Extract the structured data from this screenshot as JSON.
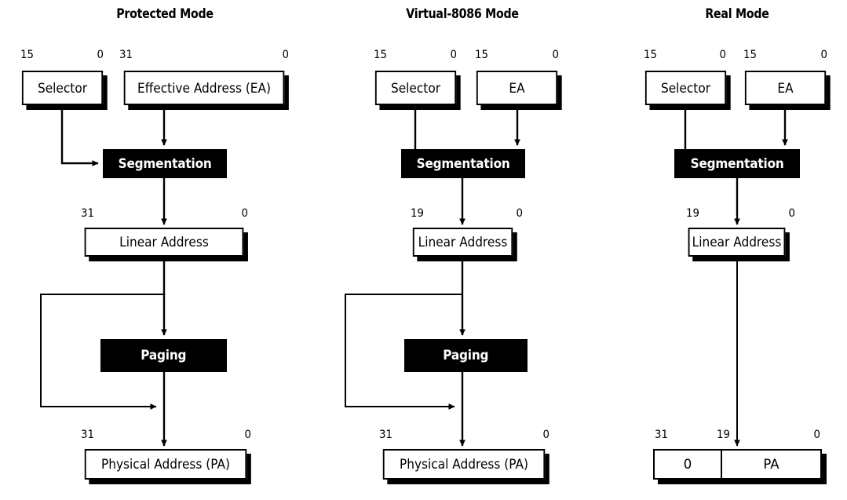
{
  "diagram": {
    "title_row": [
      {
        "id": "protected-mode",
        "label": "Protected Mode"
      },
      {
        "id": "virtual-8086-mode",
        "label": "Virtual-8086 Mode"
      },
      {
        "id": "real-mode",
        "label": "Real Mode"
      }
    ],
    "bit_labels": {
      "b31": "31",
      "b19": "19",
      "b15": "15",
      "b0": "0"
    },
    "columns": [
      {
        "id": "protected-mode",
        "title": "Protected Mode",
        "selector": {
          "label": "Selector",
          "msb": "15",
          "lsb": "0"
        },
        "offset": {
          "label": "Effective Address (EA)",
          "msb": "31",
          "lsb": "0"
        },
        "segmentation": {
          "label": "Segmentation"
        },
        "linear": {
          "label": "Linear Address",
          "msb": "31",
          "lsb": "0"
        },
        "paging": {
          "label": "Paging"
        },
        "physical": {
          "label": "Physical Address (PA)",
          "msb": "31",
          "lsb": "0"
        },
        "has_paging_bypass": true
      },
      {
        "id": "virtual-8086-mode",
        "title": "Virtual-8086 Mode",
        "selector": {
          "label": "Selector",
          "msb": "15",
          "lsb": "0"
        },
        "offset": {
          "label": "EA",
          "msb": "15",
          "lsb": "0"
        },
        "segmentation": {
          "label": "Segmentation"
        },
        "linear": {
          "label": "Linear Address",
          "msb": "19",
          "lsb": "0"
        },
        "paging": {
          "label": "Paging"
        },
        "physical": {
          "label": "Physical Address (PA)",
          "msb": "31",
          "lsb": "0"
        },
        "has_paging_bypass": true
      },
      {
        "id": "real-mode",
        "title": "Real Mode",
        "selector": {
          "label": "Selector",
          "msb": "15",
          "lsb": "0"
        },
        "offset": {
          "label": "EA",
          "msb": "15",
          "lsb": "0"
        },
        "segmentation": {
          "label": "Segmentation"
        },
        "linear": {
          "label": "Linear Address",
          "msb": "19",
          "lsb": "0"
        },
        "paging": null,
        "physical_split": {
          "left_label": "0",
          "right_label": "PA",
          "msb": "31",
          "mid": "19",
          "lsb": "0"
        },
        "has_paging_bypass": false
      }
    ],
    "colors": {
      "stroke": "#000000",
      "box_fill": "#ffffff",
      "process_fill": "#000000",
      "process_text": "#ffffff",
      "background": "#ffffff"
    }
  }
}
